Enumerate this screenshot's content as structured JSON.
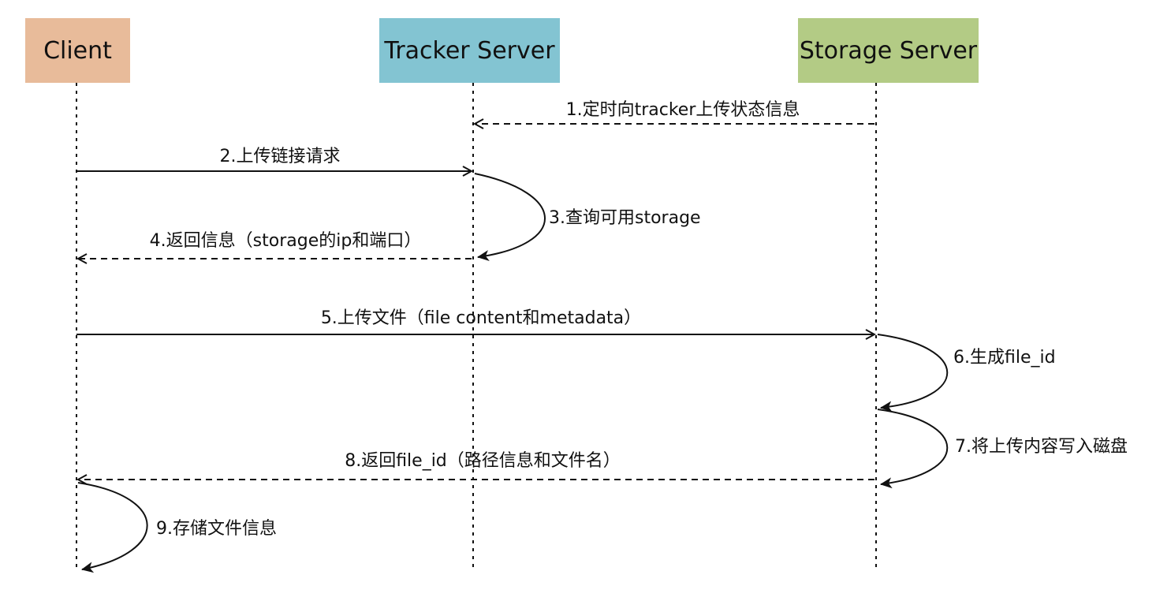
{
  "participants": {
    "client": {
      "label": "Client",
      "color": "#E8BB9A"
    },
    "tracker": {
      "label": "Tracker Server",
      "color": "#83C4D2"
    },
    "storage": {
      "label": "Storage Server",
      "color": "#B3CB85"
    }
  },
  "messages": [
    {
      "id": "m1",
      "from": "storage",
      "to": "tracker",
      "style": "dashed",
      "label": "1.定时向tracker上传状态信息"
    },
    {
      "id": "m2",
      "from": "client",
      "to": "tracker",
      "style": "solid",
      "label": "2.上传链接请求"
    },
    {
      "id": "m3",
      "from": "tracker",
      "to": "tracker",
      "style": "self",
      "label": "3.查询可用storage"
    },
    {
      "id": "m4",
      "from": "tracker",
      "to": "client",
      "style": "dashed",
      "label": "4.返回信息（storage的ip和端口）"
    },
    {
      "id": "m5",
      "from": "client",
      "to": "storage",
      "style": "solid",
      "label": "5.上传文件（file content和metadata）"
    },
    {
      "id": "m6",
      "from": "storage",
      "to": "storage",
      "style": "self",
      "label": "6.生成file_id"
    },
    {
      "id": "m7",
      "from": "storage",
      "to": "storage",
      "style": "self",
      "label": "7.将上传内容写入磁盘"
    },
    {
      "id": "m8",
      "from": "storage",
      "to": "client",
      "style": "dashed",
      "label": "8.返回file_id（路径信息和文件名）"
    },
    {
      "id": "m9",
      "from": "client",
      "to": "client",
      "style": "self",
      "label": "9.存储文件信息"
    }
  ]
}
